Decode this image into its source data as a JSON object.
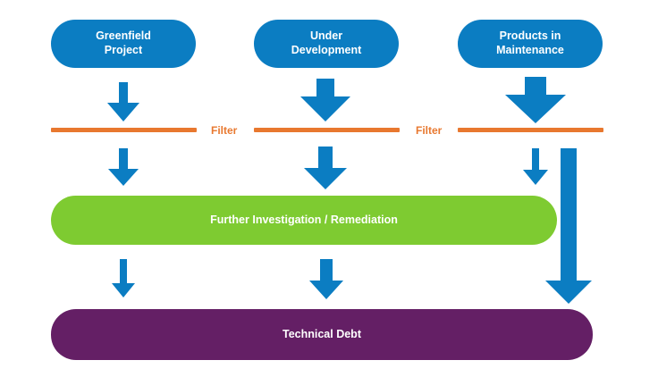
{
  "sources": [
    {
      "label": "Greenfield\nProject"
    },
    {
      "label": "Under\nDevelopment"
    },
    {
      "label": "Products in\nMaintenance"
    }
  ],
  "filters": [
    "Filter",
    "Filter"
  ],
  "stages": {
    "further": "Further Investigation / Remediation",
    "technical_debt": "Technical Debt"
  },
  "colors": {
    "source_blue": "#0b7dc2",
    "filter_orange": "#e8782f",
    "remediation_green": "#7ecb31",
    "debt_purple": "#641f65"
  }
}
